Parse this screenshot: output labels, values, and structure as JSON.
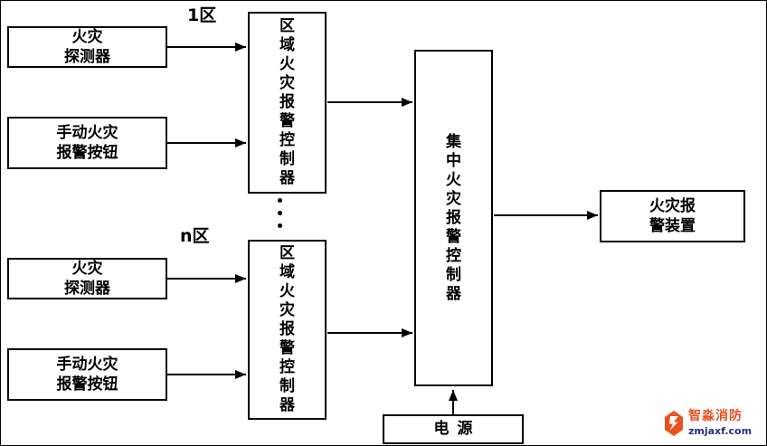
{
  "labels": {
    "zone1": "1区",
    "zone_n": "n区"
  },
  "boxes": {
    "fire_detector_top": "火灾\n探测器",
    "manual_button_top": "手动火灾\n报警按钮",
    "zone_controller_top": "区\n域\n火\n灾\n报\n警\n控\n制\n器",
    "fire_detector_bottom": "火灾\n探测器",
    "manual_button_bottom": "手动火灾\n报警按钮",
    "zone_controller_bottom": "区\n域\n火\n灾\n报\n警\n控\n制\n器",
    "central_controller": "集\n中\n火\n灾\n报\n警\n控\n制\n器",
    "alarm_device": "火灾报\n警装置",
    "power_supply": "电源"
  },
  "icons": {
    "continuation": "vertical-ellipsis",
    "brand": "flame-shield"
  },
  "watermark": {
    "brand": "智淼消防",
    "domain": "zmjaxf.com"
  },
  "colors": {
    "line": "#000000",
    "background": "#ffffff",
    "brand_red": "#e8501e",
    "brand_blue": "#262f7e"
  }
}
